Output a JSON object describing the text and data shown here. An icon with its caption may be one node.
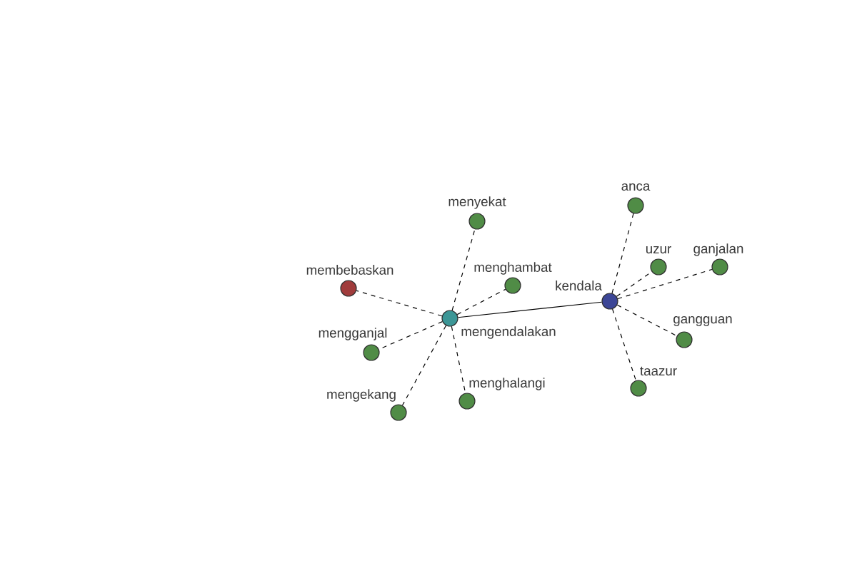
{
  "diagram": {
    "nodes": [
      {
        "text": [
          "mengendalakan"
        ]
      },
      {
        "text": [
          "kendala"
        ]
      },
      {
        "text": [
          "menyekat"
        ]
      },
      {
        "text": [
          "membebaskan"
        ]
      },
      {
        "text": [
          "menghambat"
        ]
      },
      {
        "text": [
          "mengganjal"
        ]
      },
      {
        "text": [
          "mengekang"
        ]
      },
      {
        "text": [
          "menghalangi"
        ]
      },
      {
        "text": [
          "anca"
        ]
      },
      {
        "text": [
          "uzur"
        ]
      },
      {
        "text": [
          "ganjalan"
        ]
      },
      {
        "text": [
          "gangguan"
        ]
      },
      {
        "text": [
          "taazur"
        ]
      }
    ],
    "edges": [
      {
        "from": 0,
        "to": 1,
        "arrow": "none"
      },
      {
        "from": 0,
        "to": 2,
        "arrow": "none",
        "style": "dashed"
      },
      {
        "from": 0,
        "to": 3,
        "arrow": "none",
        "style": "dashed"
      },
      {
        "from": 0,
        "to": 4,
        "arrow": "none",
        "style": "dashed"
      },
      {
        "from": 0,
        "to": 5,
        "arrow": "none",
        "style": "dashed"
      },
      {
        "from": 0,
        "to": 6,
        "arrow": "none",
        "style": "dashed"
      },
      {
        "from": 0,
        "to": 7,
        "arrow": "none",
        "style": "dashed"
      },
      {
        "from": 1,
        "to": 8,
        "arrow": "none",
        "style": "dashed"
      },
      {
        "from": 1,
        "to": 9,
        "arrow": "none",
        "style": "dashed"
      },
      {
        "from": 1,
        "to": 10,
        "arrow": "none",
        "style": "dashed"
      },
      {
        "from": 1,
        "to": 11,
        "arrow": "none",
        "style": "dashed"
      },
      {
        "from": 1,
        "to": 12,
        "arrow": "none",
        "style": "dashed"
      }
    ]
  }
}
